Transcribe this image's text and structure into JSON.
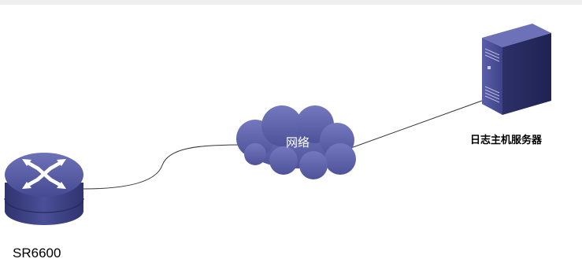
{
  "nodes": {
    "router": {
      "label": "SR6600"
    },
    "cloud": {
      "label": "网络"
    },
    "server": {
      "label": "日志主机服务器"
    }
  }
}
